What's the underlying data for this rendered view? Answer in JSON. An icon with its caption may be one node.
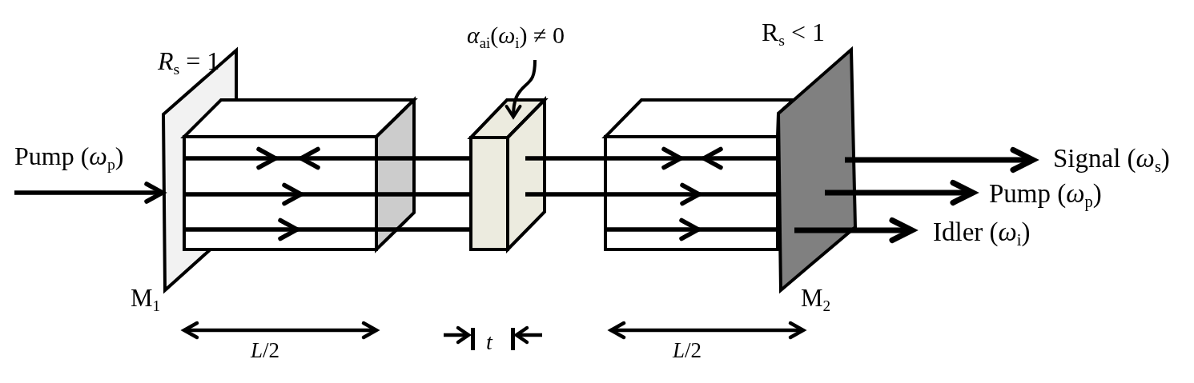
{
  "diagram": {
    "nodes": [
      {
        "text": [
          "M$_{1}$"
        ],
        "beside": [
          "*R*$_{s}$ = 1"
        ]
      },
      {
        "text": [],
        "shape": "box"
      },
      {
        "text": [
          "*α*$_{ai}$(*ω*$_{i}$) ≠ 0"
        ]
      },
      {
        "text": [],
        "shape": "box"
      },
      {
        "text": [],
        "shape": "box"
      },
      {
        "text": [
          "M$_{2}$"
        ],
        "beside": [
          "R$_{s}$ < 1"
        ]
      },
      {
        "text": [
          "Signal (*ω*$_{s}$)"
        ]
      },
      {
        "text": [
          "Pump (*ω*$_{p}$)"
        ]
      },
      {
        "text": [
          "Idler (*ω*$_{i}$)"
        ]
      }
    ],
    "edges": [
      {
        "from": null,
        "to": 0,
        "arrow": "to",
        "label": "Pump (*ω*$_{p}$)"
      },
      {
        "from": 1,
        "to": 3,
        "arrow": "none"
      },
      {
        "from": 1,
        "to": 3,
        "arrow": "none"
      },
      {
        "from": 1,
        "to": 3,
        "arrow": "none"
      },
      {
        "from": 3,
        "to": 4,
        "arrow": "none"
      },
      {
        "from": 3,
        "to": 4,
        "arrow": "none"
      },
      {
        "from": 5,
        "to": 6,
        "arrow": "to"
      },
      {
        "from": 5,
        "to": 7,
        "arrow": "to"
      },
      {
        "from": 5,
        "to": 8,
        "arrow": "to"
      },
      {
        "from": 2,
        "to": 3,
        "arrow": "to"
      }
    ],
    "labels": [
      "*L*/2",
      "t",
      "*L*/2"
    ]
  }
}
